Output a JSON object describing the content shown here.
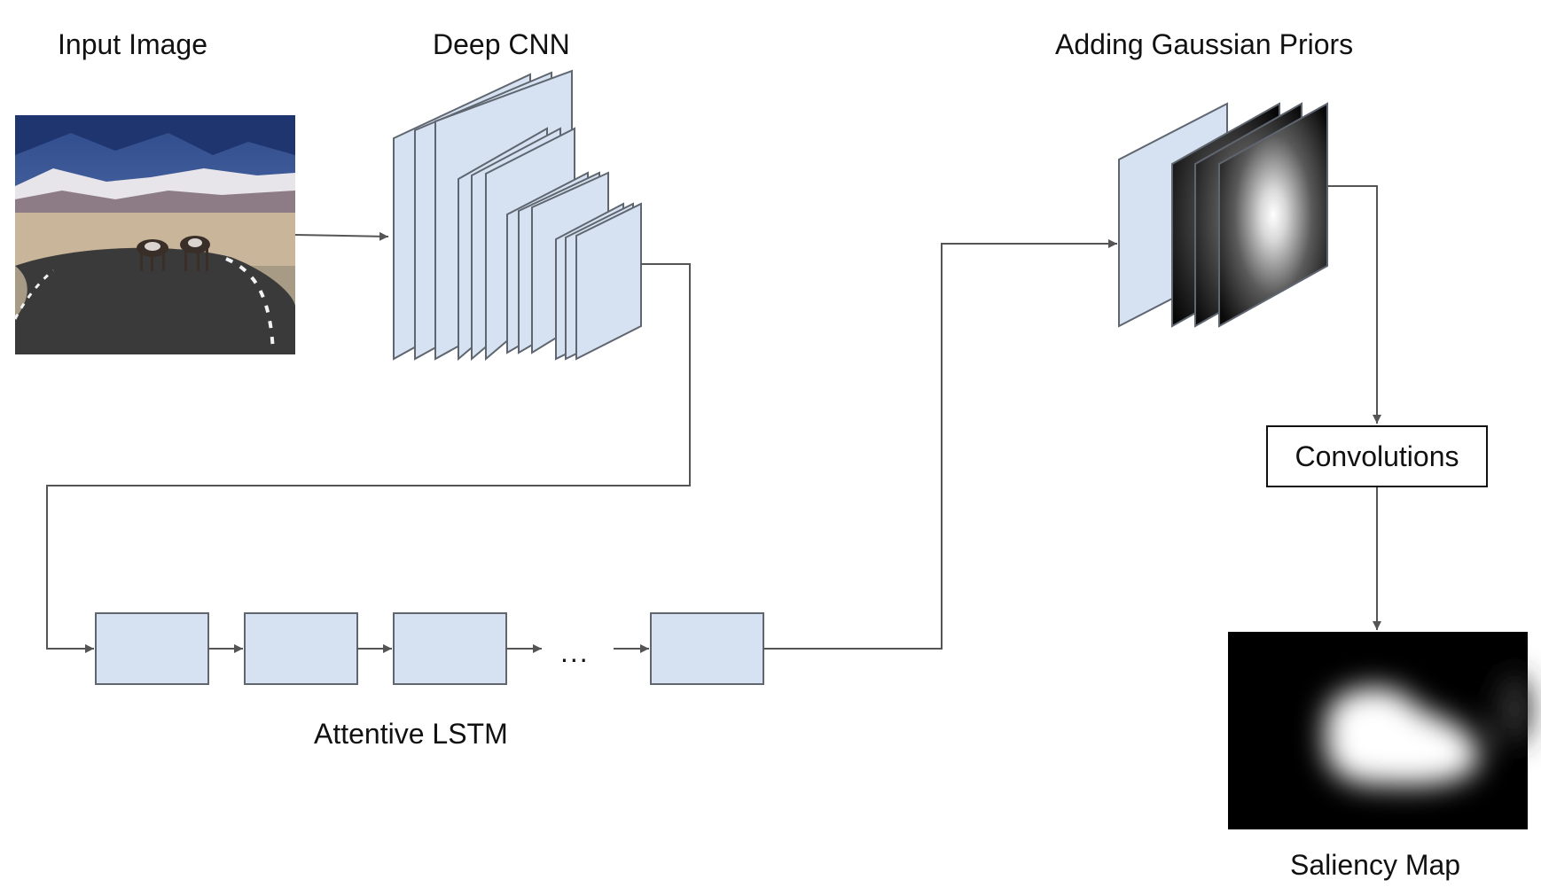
{
  "labels": {
    "input_image": "Input Image",
    "deep_cnn": "Deep CNN",
    "gaussian_priors": "Adding Gaussian Priors",
    "convolutions": "Convolutions",
    "attentive_lstm": "Attentive LSTM",
    "saliency_map": "Saliency Map",
    "ellipsis": "..."
  },
  "colors": {
    "block_fill": "#d6e2f2",
    "block_stroke": "#5f6670",
    "arrow": "#555555",
    "text": "#111111",
    "saliency_bg": "#000000"
  },
  "pipeline": {
    "lstm_cells": 4,
    "gaussian_prior_maps": 3
  }
}
